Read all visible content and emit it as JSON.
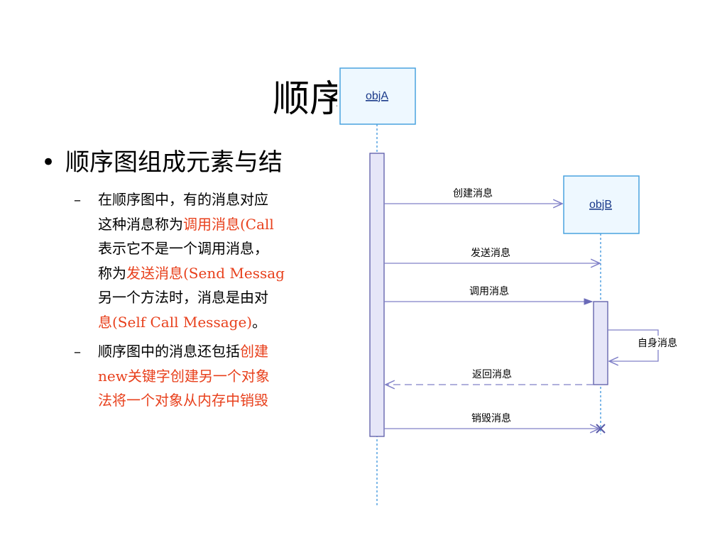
{
  "slide": {
    "title": "顺序图",
    "bullet": "顺序图组成元素与结",
    "sub1": {
      "line1": "在顺序图中，有的消息对应",
      "line2_pre": "这种消息称为",
      "line2_red": "调用消息(Call",
      "line3": "表示它不是一个调用消息，",
      "line4_pre": "称为",
      "line4_red": "发送消息(Send Messag",
      "line5": "另一个方法时，消息是由对",
      "line6_red": "息(Self Call Message)",
      "line6_post": "。"
    },
    "sub2": {
      "line1_pre": "顺序图中的消息还包括",
      "line1_red": "创建",
      "line2_red": "new关键字创建另一个对象",
      "line3_red": "法将一个对象从内存中销毁"
    }
  },
  "diagram": {
    "objA": "objA",
    "objB": "objB",
    "messages": {
      "create": "创建消息",
      "send": "发送消息",
      "call": "调用消息",
      "self": "自身消息",
      "return": "返回消息",
      "destroy": "销毁消息"
    },
    "colors": {
      "box_border": "#4aa3df",
      "box_fill": "#eef8ff",
      "lifeline": "#2a8ad8",
      "activation_fill": "#e6e6f8",
      "activation_border": "#5b5ba8",
      "arrow": "#8080c8",
      "text_red": "#e8401c"
    }
  }
}
